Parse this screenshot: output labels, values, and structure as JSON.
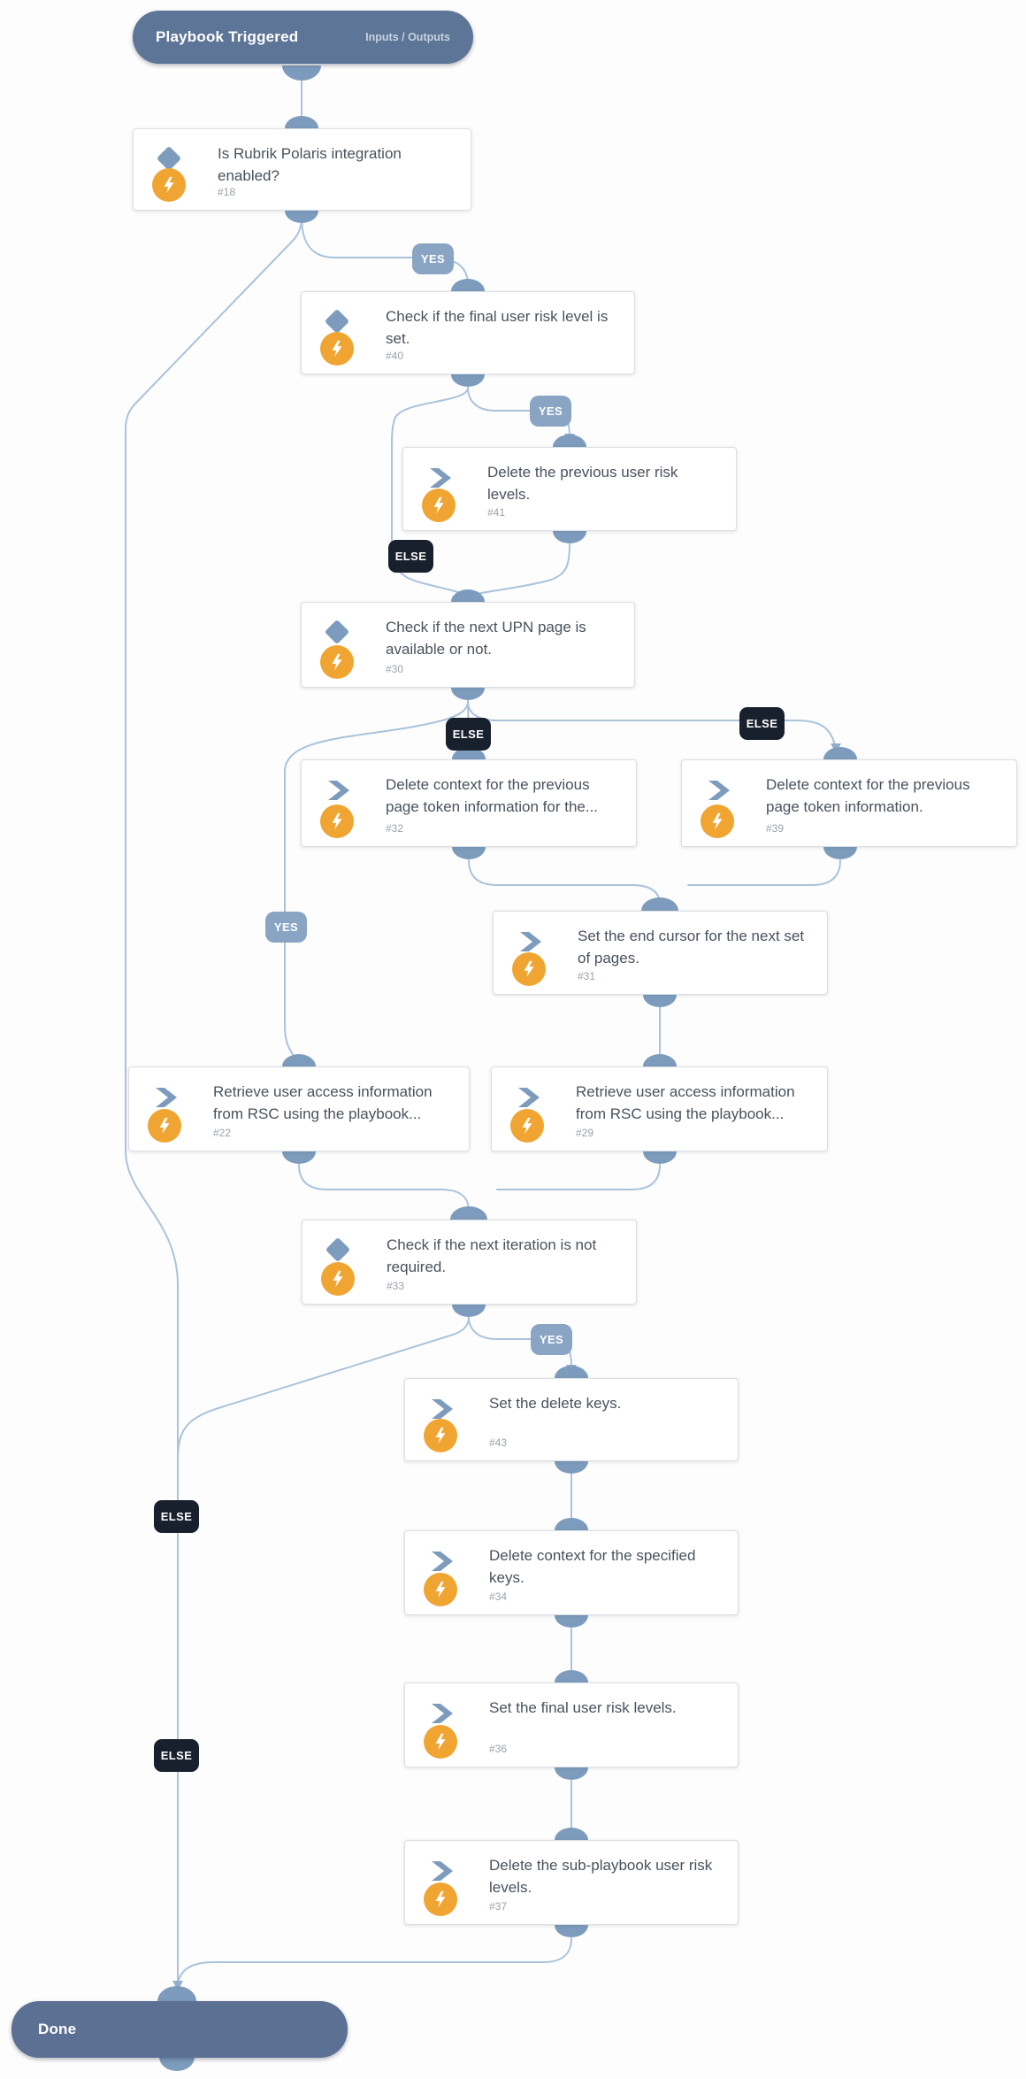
{
  "start": {
    "label": "Playbook Triggered",
    "link": "Inputs / Outputs"
  },
  "end": {
    "label": "Done"
  },
  "nodes": [
    {
      "id": "#18",
      "type": "condition",
      "title": "Is Rubrik Polaris integration enabled?"
    },
    {
      "id": "#40",
      "type": "condition",
      "title": "Check if the final user risk level is set."
    },
    {
      "id": "#41",
      "type": "task",
      "title": "Delete the previous user risk levels."
    },
    {
      "id": "#30",
      "type": "condition",
      "title": "Check if the next UPN page is available or not."
    },
    {
      "id": "#32",
      "type": "task",
      "title": "Delete context for the previous page token information for the..."
    },
    {
      "id": "#39",
      "type": "task",
      "title": "Delete context for the previous page token information."
    },
    {
      "id": "#31",
      "type": "task",
      "title": "Set the end cursor for the next set of pages."
    },
    {
      "id": "#22",
      "type": "task",
      "title": "Retrieve user access information from RSC using the playbook..."
    },
    {
      "id": "#29",
      "type": "task",
      "title": "Retrieve user access information from RSC using the playbook..."
    },
    {
      "id": "#33",
      "type": "condition",
      "title": "Check if the next iteration is not required."
    },
    {
      "id": "#43",
      "type": "task",
      "title": "Set the delete keys."
    },
    {
      "id": "#34",
      "type": "task",
      "title": "Delete context for the specified keys."
    },
    {
      "id": "#36",
      "type": "task",
      "title": "Set the final user risk levels."
    },
    {
      "id": "#37",
      "type": "task",
      "title": "Delete the sub-playbook user risk levels."
    }
  ],
  "edge_labels": [
    {
      "text": "YES"
    },
    {
      "text": "YES"
    },
    {
      "text": "ELSE"
    },
    {
      "text": "ELSE"
    },
    {
      "text": "ELSE"
    },
    {
      "text": "YES"
    },
    {
      "text": "YES"
    },
    {
      "text": "ELSE"
    },
    {
      "text": "ELSE"
    }
  ],
  "colors": {
    "edge": "#aac3db",
    "connector": "#7d9cbd",
    "pill": "#5d7596",
    "yes_label": "#8aa5c4",
    "else_label": "#18202e",
    "automation_badge": "#f0a532"
  }
}
